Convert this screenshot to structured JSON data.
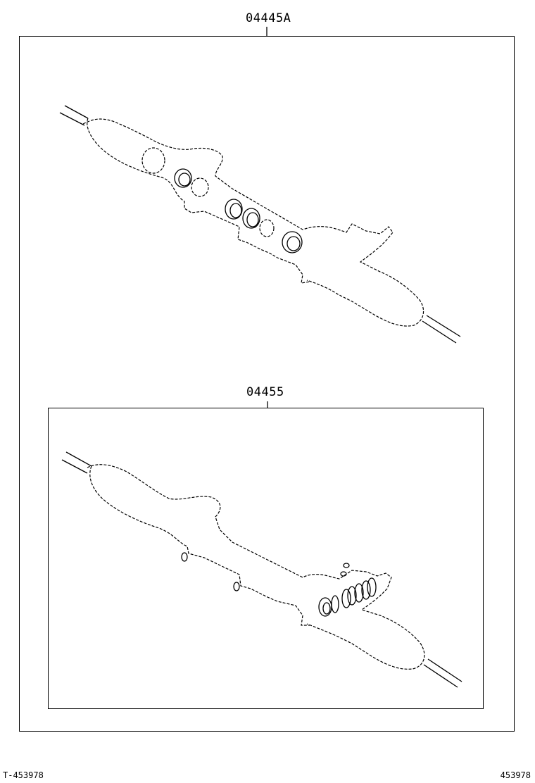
{
  "outer_kit": {
    "part_number": "04445A"
  },
  "inner_kit": {
    "part_number": "04455"
  },
  "footer": {
    "left_code": "T-453978",
    "right_code": "453978"
  }
}
